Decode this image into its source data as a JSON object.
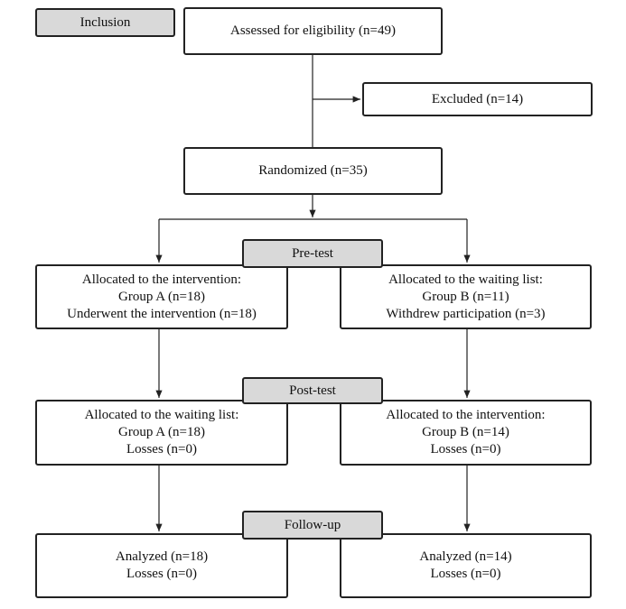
{
  "stages": {
    "inclusion": "Inclusion",
    "pretest": "Pre-test",
    "posttest": "Post-test",
    "followup": "Follow-up"
  },
  "assessed": "Assessed for eligibility (n=49)",
  "excluded": "Excluded (n=14)",
  "randomized": "Randomized (n=35)",
  "pretest_left": [
    "Allocated to the intervention:",
    "Group A (n=18)",
    "Underwent the intervention (n=18)"
  ],
  "pretest_right": [
    "Allocated to the waiting list:",
    "Group B (n=11)",
    "Withdrew participation (n=3)"
  ],
  "posttest_left": [
    "Allocated to the waiting list:",
    "Group A (n=18)",
    "Losses (n=0)"
  ],
  "posttest_right": [
    "Allocated to the intervention:",
    "Group B (n=14)",
    "Losses (n=0)"
  ],
  "followup_left": [
    "Analyzed (n=18)",
    "Losses (n=0)"
  ],
  "followup_right": [
    "Analyzed (n=14)",
    "Losses (n=0)"
  ]
}
